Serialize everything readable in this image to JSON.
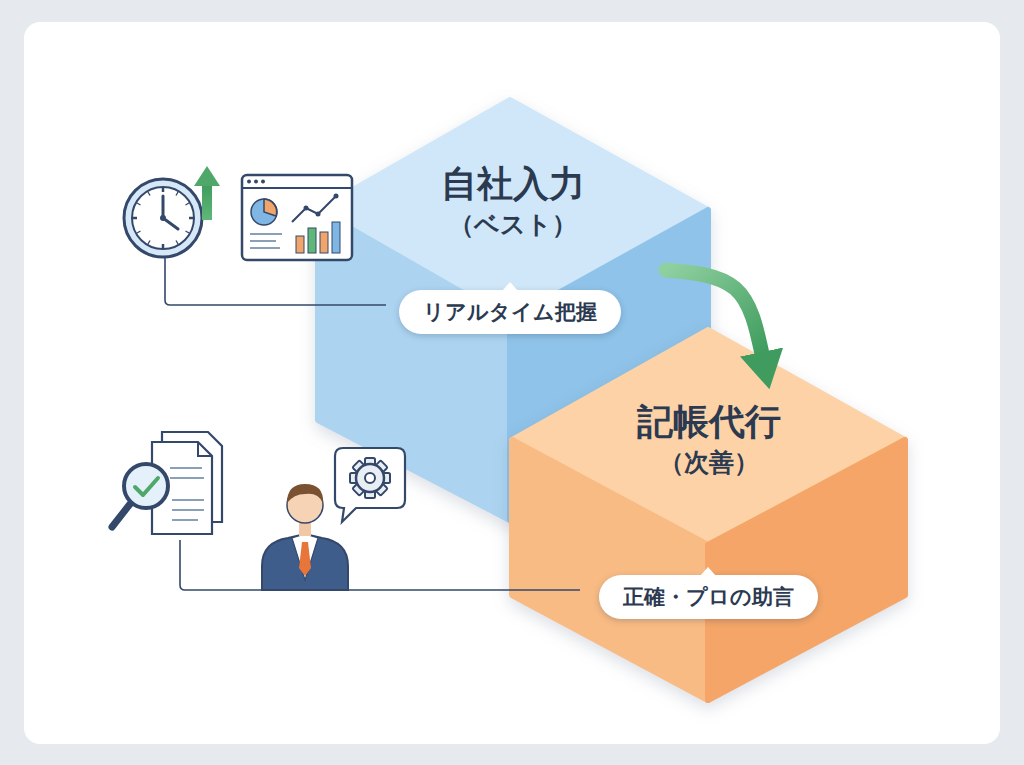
{
  "diagram": {
    "nodes": [
      {
        "text": [
          "自社入力",
          "（ベスト）"
        ]
      },
      {
        "text": [
          "リアルタイム把握"
        ],
        "in": 0
      },
      {
        "text": [
          "記帳代行",
          "（次善）"
        ]
      },
      {
        "text": [
          "正確・プロの助言"
        ],
        "in": 2
      }
    ],
    "edges": [
      {
        "from": 0,
        "to": 2,
        "arrow": "to"
      }
    ]
  }
}
